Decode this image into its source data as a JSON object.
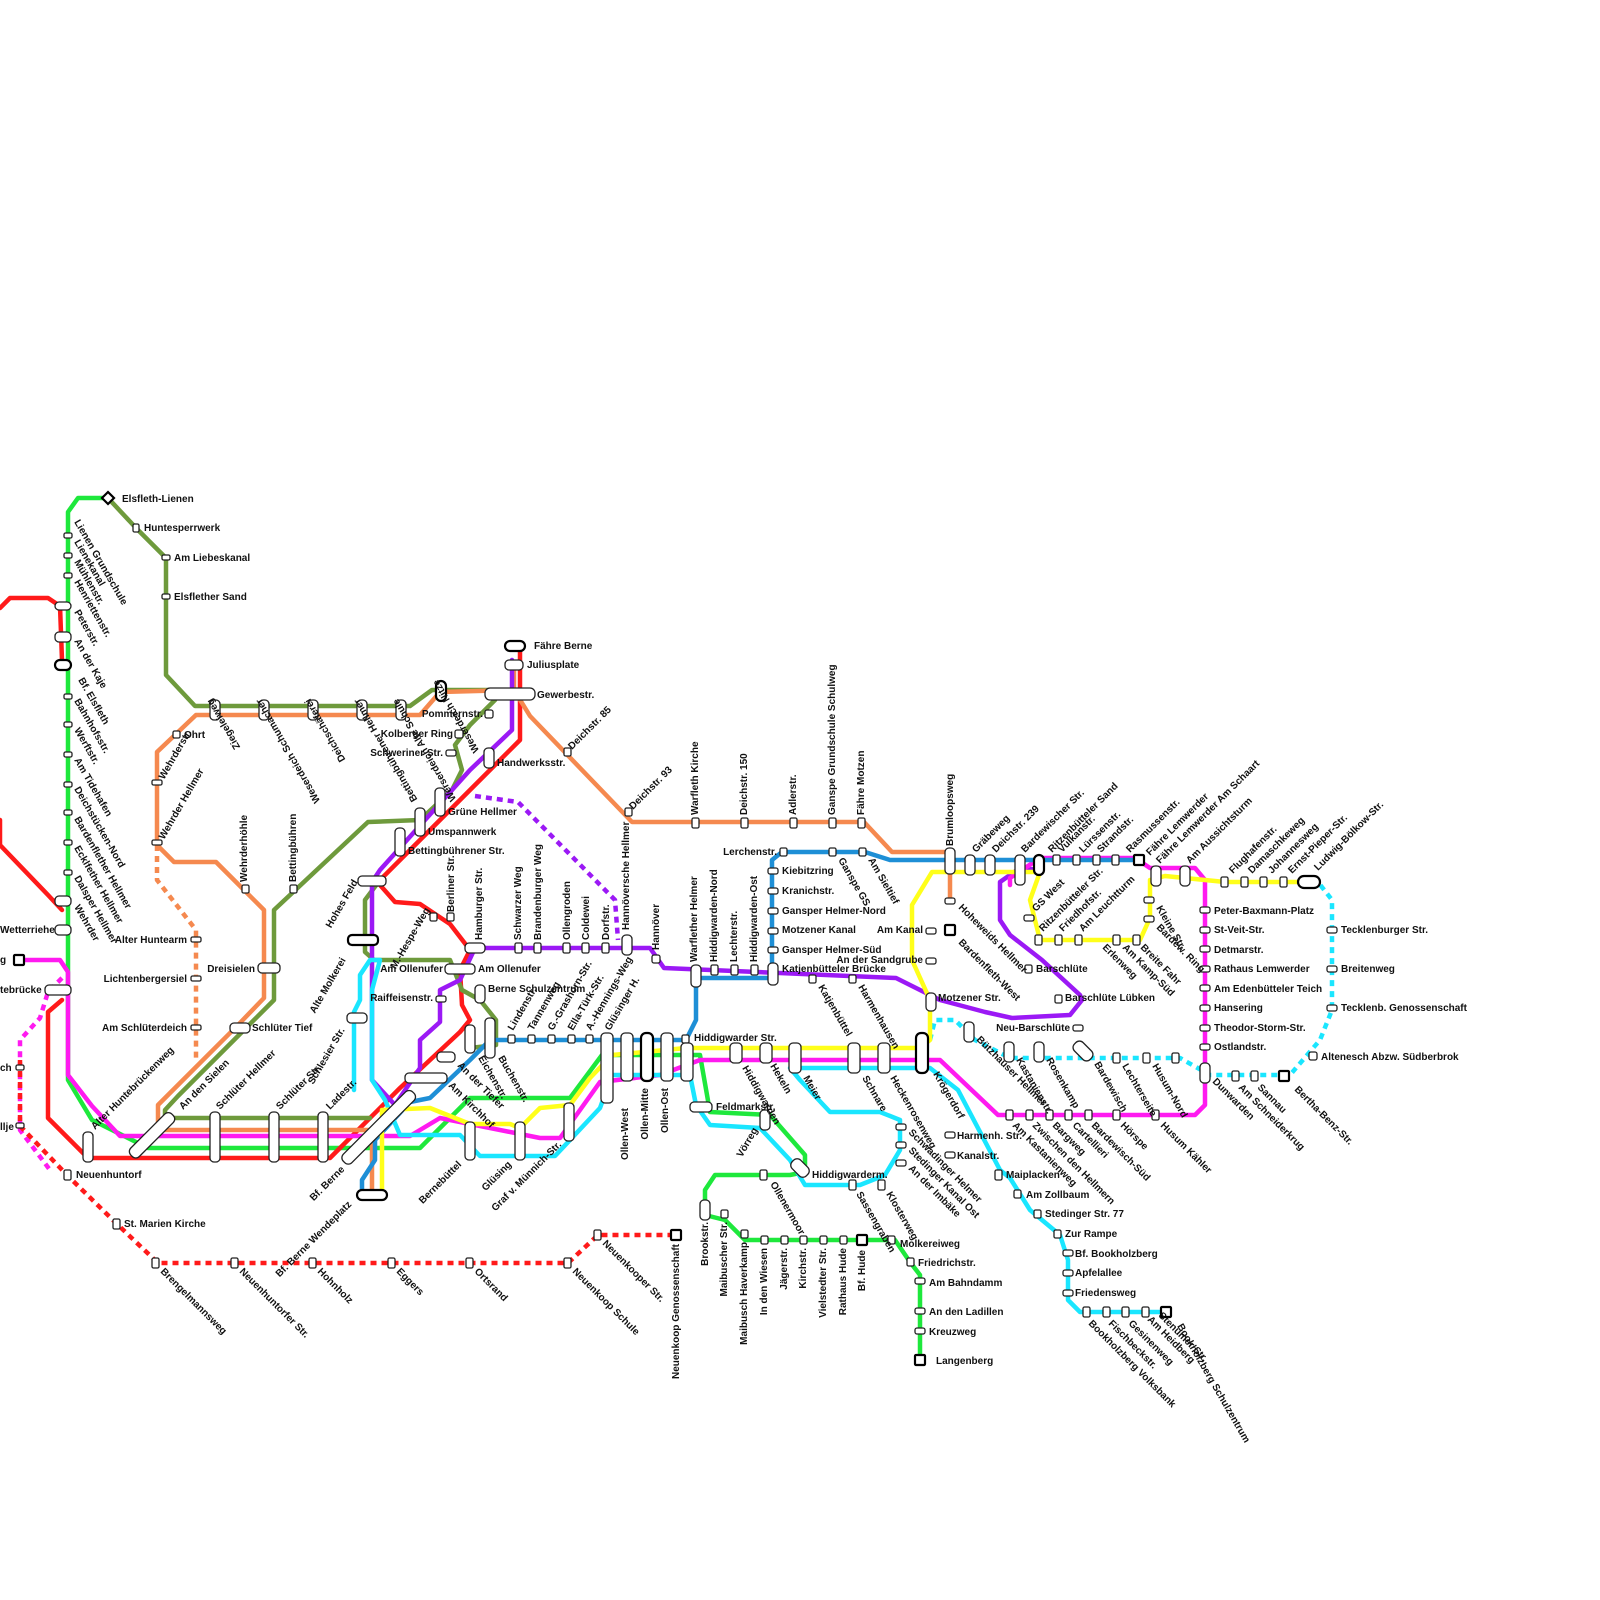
{
  "colors": {
    "red": "#ff1a1a",
    "green": "#1ee83c",
    "olive": "#6e9a3c",
    "orange": "#f5894f",
    "purple": "#9b19f5",
    "magenta": "#ff1af0",
    "blue": "#1e8fd6",
    "cyan": "#1ae6ff",
    "yellow": "#ffff1a"
  },
  "stations": {
    "s0": "Elsfleth-Lienen",
    "s1": "Huntesperrwerk",
    "s2": "Am Liebeskanal",
    "s3": "Elsflether Sand",
    "s4": "Lienen Grundschule",
    "s5": "Lienekanal",
    "s6": "Mühlenstr.",
    "s7": "Henriettenstr.",
    "s8": "Peterstr.",
    "s9": "An der Kaje",
    "s10": "Bf. Elsfleth",
    "s11": "Bahnhofsstr.",
    "s12": "Werftstr.",
    "s13": "Am Tidehafen",
    "s14": "Deichstücken-Nord",
    "s15": "Bardenflether Hellmer",
    "s16": "Ecklfether Hellmer",
    "s17": "Dalsper Hellmer",
    "s18": "Wehrder",
    "s19": "Wetterriehe",
    "s20": "tebrücke",
    "s21": "ch",
    "s22": "llje",
    "s23": "g",
    "s24": "Ohrt",
    "s25": "Wehrderstr.",
    "s26": "Wehrder Hellmer",
    "s27": "Alter Huntearm",
    "s28": "Lichtenbergersiel",
    "s29": "Am Schlüterdeich",
    "s30": "Wehrderhöhle",
    "s31": "Bettingbühren",
    "s32": "Dreisielen",
    "s33": "Schlüter Tief",
    "s34": "Ziegeleiweg",
    "s35": "Weserdeich Schumacher",
    "s36": "Deichschäferei",
    "s37": "Bettingbührener Hellmer",
    "s38": "Werserdeich Alte Schule",
    "s39": "Weserdeich Nitze",
    "s40": "Fähre Berne",
    "s41": "Juliusplate",
    "s42": "Gewerbestr.",
    "s43": "Pommernstr.",
    "s44": "Kolberger Ring",
    "s45": "Schweriner Str.",
    "s46": "Handwerksstr.",
    "s47": "Grüne Hellmer",
    "s48": "Umspannwerk",
    "s49": "Bettingbührener Str.",
    "s50": "Hohes Feld",
    "s51": "M.-Hespe-Weg",
    "s52": "Berliner Str.",
    "s53": "Hamburger Str.",
    "s54": "Schwarzer Weg",
    "s55": "Brandenburger Weg",
    "s56": "Ollengroden",
    "s57": "Coldewei",
    "s58": "Dorfstr.",
    "s59": "Hannöversche Hellmer",
    "s60": "Hannöver",
    "s61": "Alte Molkerei",
    "s62": "Am Ollenufer",
    "s63": "Am Ollenufer",
    "s64": "Raiffeisenstr.",
    "s65": "Berne Schulzentrum",
    "s66": "Lindenstr.",
    "s67": "Tannenweg",
    "s68": "G.-Grashorn-Str.",
    "s69": "Ella-Türk-Str.",
    "s70": "A.-Hennings-Weg",
    "s71": "Glüsinger H.",
    "s72": "Eichenstr.",
    "s73": "Buchenstr.",
    "s74": "An der Tiefer",
    "s75": "Am Kirchhof",
    "s76": "Schlesier Str.",
    "s77": "Deichstr. 85",
    "s78": "Deichstr. 93",
    "s79": "Warfleth Kirche",
    "s80": "Deichstr. 150",
    "s81": "Adlerstr.",
    "s82": "Ganspe Grundschule Schulweg",
    "s83": "Fähre Motzen",
    "s84": "Warflether Helmer",
    "s85": "Hiddigwarden-Nord",
    "s86": "Lechterstr.",
    "s87": "Hiddigwarden-Ost",
    "s88": "Lerchenstr.",
    "s89": "Kiebitzring",
    "s90": "Kranichstr.",
    "s91": "Gansper Helmer-Nord",
    "s92": "Motzener Kanal",
    "s93": "Gansper Helmer-Süd",
    "s94": "Katjenbütteler Brücke",
    "s95": "Katjenbüttel",
    "s96": "Harmenhausen",
    "s97": "Ganspe GS",
    "s98": "Am Sieltief",
    "s99": "Am Kanal",
    "s100": "An der Sandgrube",
    "s101": "Motzener Str.",
    "s102": "Hiddigwarder Str.",
    "s103": "Ollen-West",
    "s104": "Ollen-Mitte",
    "s105": "Ollen-Ost",
    "s106": "Hiddigwarden",
    "s107": "Hekeln",
    "s108": "Meier",
    "s109": "Schnare",
    "s110": "Heckenrosenweg",
    "s111": "Krögerdorf",
    "s112": "Feldmarkstr.",
    "s113": "Vörreg",
    "s114": "Hiddigwarderm.",
    "s115": "Ollenermoor",
    "s116": "Brookstr.",
    "s117": "Maibuscher Str.",
    "s118": "Maibusch Haverkamp",
    "s119": "In den Wiesen",
    "s120": "Jägerstr.",
    "s121": "Kirchstr.",
    "s122": "Vielstedter Str.",
    "s123": "Rathaus Hude",
    "s124": "Bf. Hude",
    "s125": "Molkereiweg",
    "s126": "Friedrichstr.",
    "s127": "Am Bahndamm",
    "s128": "An den Ladillen",
    "s129": "Kreuzweg",
    "s130": "Langenberg",
    "s131": "Sassengraben",
    "s132": "Klosterweg",
    "s133": "Schwadinger Helmer",
    "s134": "Stedinger Kanal Ost",
    "s135": "An der Imbäke",
    "s136": "Harmenh. Str.",
    "s137": "Kanalstr.",
    "s138": "Maiplacken",
    "s139": "Am Zollbaum",
    "s140": "Stedinger Str. 77",
    "s141": "Zur Rampe",
    "s142": "Bf. Bookholzberg",
    "s143": "Apfelallee",
    "s144": "Friedensweg",
    "s145": "Bookholzberg Volksbank",
    "s146": "Fischbeckstr.",
    "s147": "Gesinenweg",
    "s148": "Am Heidberg",
    "s149": "Stenumer Str.",
    "s150": "Bookholzberg Schulzentrum",
    "s151": "Brumloopsweg",
    "s152": "Hoheweids Hellmer",
    "s153": "Bardenfleth-West",
    "s154": "Gräbeweg",
    "s155": "Deichstr. 239",
    "s156": "Bardewischer Str.",
    "s157": "Ritzenbütteler Sand",
    "s158": "Vulkanstr.",
    "s159": "Lürssenstr.",
    "s160": "Strandstr.",
    "s161": "Rasmussenstr.",
    "s162": "Fähre Lemwerder",
    "s163": "Fähre Lemwerder Am Schaart",
    "s164": "Am Aussichtsturm",
    "s165": "GS West",
    "s166": "Ritzenbütteler Str.",
    "s167": "Friedhofstr.",
    "s168": "Am Leuchtturm",
    "s169": "Erlenweg",
    "s170": "Am Kamp-Süd",
    "s171": "Breite Fahr",
    "s172": "Bardew. Ring",
    "s173": "Kleine Str.",
    "s174": "Barschlüte",
    "s175": "Barschlüte Lübken",
    "s176": "Neu-Barschlüte",
    "s177": "Bützhauser Hellmer",
    "s178": "Kastanienstr.",
    "s179": "Rosenkamp",
    "s180": "Bardewisch",
    "s181": "Lechterseite",
    "s182": "Husum-Nord",
    "s183": "Dunwarden",
    "s184": "Am Kastanienweg",
    "s185": "Zwischen den Hellmern",
    "s186": "Bargweg",
    "s187": "Cartellieri",
    "s188": "Bardewisch-Süd",
    "s189": "Hörspe",
    "s190": "Husum Kähler",
    "s191": "Peter-Baxmann-Platz",
    "s192": "St-Veit-Str.",
    "s193": "Detmarstr.",
    "s194": "Rathaus Lemwerder",
    "s195": "Am Edenbütteler Teich",
    "s196": "Hansering",
    "s197": "Theodor-Storm-Str.",
    "s198": "Ostlandstr.",
    "s199": "Flughafenstr.",
    "s200": "Damaschkeweg",
    "s201": "Johannesweg",
    "s202": "Ernst-Pieper-Str.",
    "s203": "Ludwig-Bölkow-Str.",
    "s204": "Tecklenburger Str.",
    "s205": "Breitenweg",
    "s206": "Tecklenb.  Genossenschaft",
    "s207": "Altenesch Abzw. Südberbrok",
    "s208": "Bertha-Benz-Str.",
    "s209": "Sannau",
    "s210": "Am Schneiderkrug",
    "s211": "Alter Huntebrückenweg",
    "s212": "An den Sielen",
    "s213": "Schlüter Hellmer",
    "s214": "Schlüter Str.",
    "s215": "Ladestr.",
    "s216": "Bf. Berne",
    "s217": "Bf. Berne Wendeplatz",
    "s218": "Bernebüttel",
    "s219": "Glüsing",
    "s220": "Graf v. Münnich-Str.",
    "s221": "Neuenhuntorf",
    "s222": "St. Marien Kirche",
    "s223": "Brengelmannsweg",
    "s224": "Neuenhuntorfer Str.",
    "s225": "Hohnholz",
    "s226": "Eggers",
    "s227": "Ortsrand",
    "s228": "Neuenkoop Schule",
    "s229": "Neuenkooper Str.",
    "s230": "Neuenkoop Genossenschaft"
  }
}
